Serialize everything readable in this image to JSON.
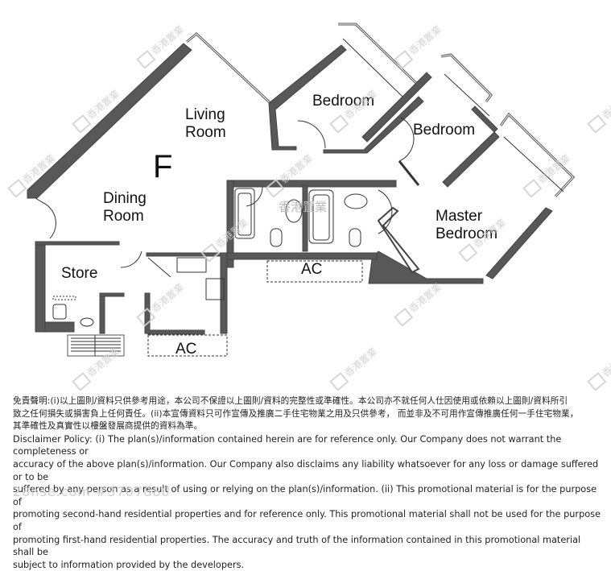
{
  "plan": {
    "unit_letter": "F",
    "rooms": {
      "living_room": "Living\nRoom",
      "dining_room": "Dining\nRoom",
      "bedroom_1": "Bedroom",
      "bedroom_2": "Bedroom",
      "master_bedroom": "Master\nBedroom",
      "store": "Store",
      "ac_1": "AC",
      "ac_2": "AC"
    },
    "watermark_text": "香港置業",
    "wall_color": "#555555",
    "line_color": "#333333"
  },
  "disclaimer": {
    "zh_line_1": "免責聲明:(i)以上圖則/資料只供參考用途，本公司不保證以上圖則/資料的完整性或準確性。本公司亦不就任何人仕因使用或依賴以上圖則/資料所引",
    "zh_line_2": "致之任何損失或損害負上任何責任。(ii)本宣傳資料只可作宣傳及推廣二手住宅物業之用及只供參考， 而並非及不可用作宣傳推廣任何一手住宅物業，",
    "zh_line_3": "其準確性及真實性以樓盤發展商提供的資料為準。",
    "en_line_1": "Disclaimer Policy: (i) The plan(s)/information contained herein are for reference only. Our Company does not warrant the completeness or",
    "en_line_2": "accuracy of the above plan(s)/information. Our Company also disclaims any liability whatsoever for any loss or damage suffered or to be",
    "en_line_3": "suffered by any person as a result of using or relying on the plan(s)/information. (ii) This promotional material is for the purpose of",
    "en_line_4": "promoting second-hand residential properties and for reference only. This promotional material shall not be used for the purpose of",
    "en_line_5": "promoting first-hand residential properties. The accuracy and truth of the information contained in this promotional material shall be",
    "en_line_6": "subject to information provided by the developers."
  },
  "overlay_id": "28hse.com #3707880"
}
